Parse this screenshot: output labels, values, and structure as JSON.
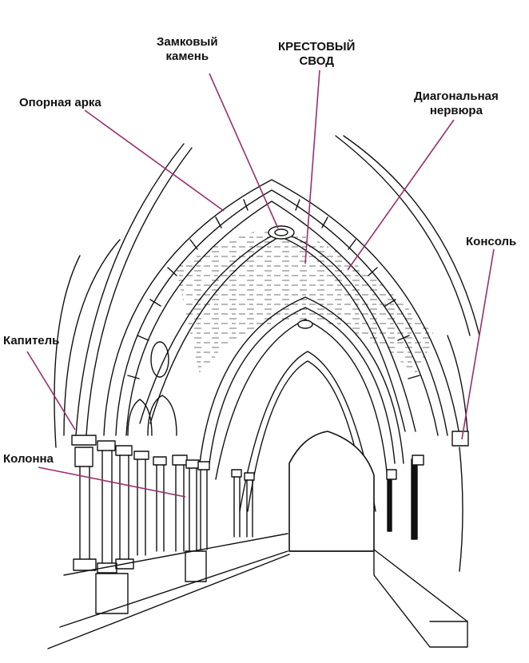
{
  "labels": {
    "keystone": [
      "Замковый",
      "камень"
    ],
    "cross_vault": [
      "КРЕСТОВЫЙ",
      "СВОД"
    ],
    "support_arch": [
      "Опорная арка"
    ],
    "diagonal_rib": [
      "Диагональная",
      "нервюра"
    ],
    "corbel": [
      "Консоль"
    ],
    "capital": [
      "Капитель"
    ],
    "column": [
      "Колонна"
    ]
  },
  "colors": {
    "leader": "#9b2e6e",
    "ink": "#111111",
    "background": "#ffffff"
  }
}
